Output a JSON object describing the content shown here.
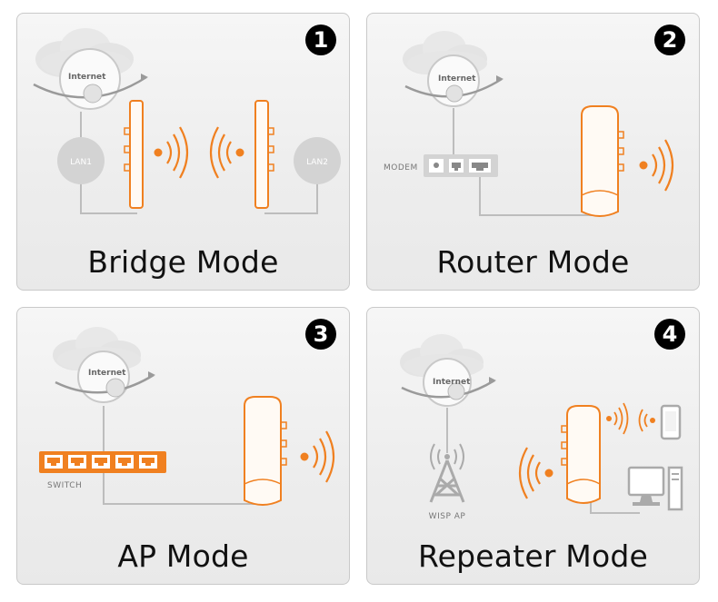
{
  "panels": [
    {
      "number": "1",
      "title": "Bridge Mode",
      "cloud_label": "Internet",
      "labels": {
        "lan1": "LAN1",
        "lan2": "LAN2"
      }
    },
    {
      "number": "2",
      "title": "Router Mode",
      "cloud_label": "Internet",
      "labels": {
        "modem": "MODEM"
      }
    },
    {
      "number": "3",
      "title": "AP Mode",
      "cloud_label": "Internet",
      "labels": {
        "switch": "SWITCH"
      }
    },
    {
      "number": "4",
      "title": "Repeater Mode",
      "cloud_label": "Internet",
      "labels": {
        "wisp": "WISP AP"
      }
    }
  ],
  "colors": {
    "accent": "#f08020",
    "line": "#b5b5b5",
    "grey": "#cfcfcf"
  }
}
